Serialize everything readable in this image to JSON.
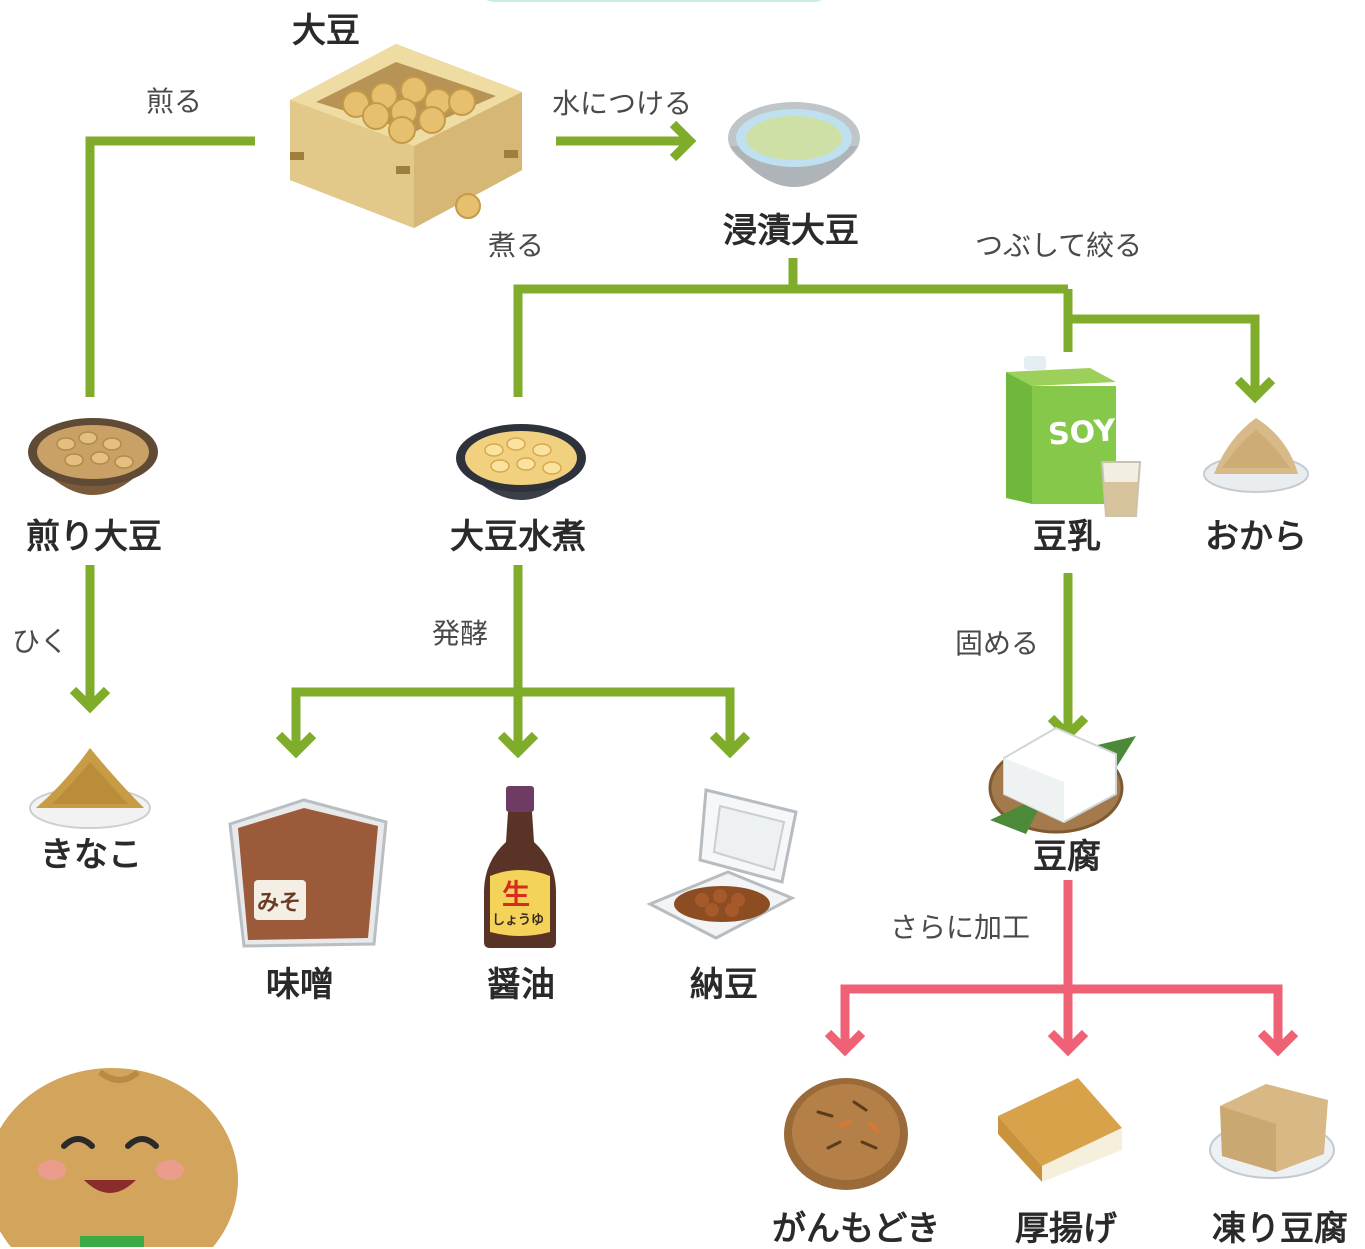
{
  "colors": {
    "green_arrow": "#7fac2b",
    "red_arrow": "#ef6275",
    "top_banner": "#c9ece6"
  },
  "nodes": {
    "daizu": "大豆",
    "shinseki": "浸漬大豆",
    "iri": "煎り大豆",
    "kinako": "きなこ",
    "mizuni": "大豆水煮",
    "miso": "味噌",
    "shoyu": "醤油",
    "natto": "納豆",
    "tonyu": "豆乳",
    "okara": "おから",
    "tofu": "豆腐",
    "ganmo": "がんもどき",
    "atsuage": "厚揚げ",
    "koori": "凍り豆腐"
  },
  "actions": {
    "iru": "煎る",
    "mizu": "水につける",
    "niru": "煮る",
    "tsubushi": "つぶして絞る",
    "hiku": "ひく",
    "hakko": "発酵",
    "katameru": "固める",
    "kako": "さらに加工"
  },
  "icon_text": {
    "soy": "SOY",
    "miso": "みそ",
    "nama": "生",
    "shoyu": "しょうゆ"
  }
}
